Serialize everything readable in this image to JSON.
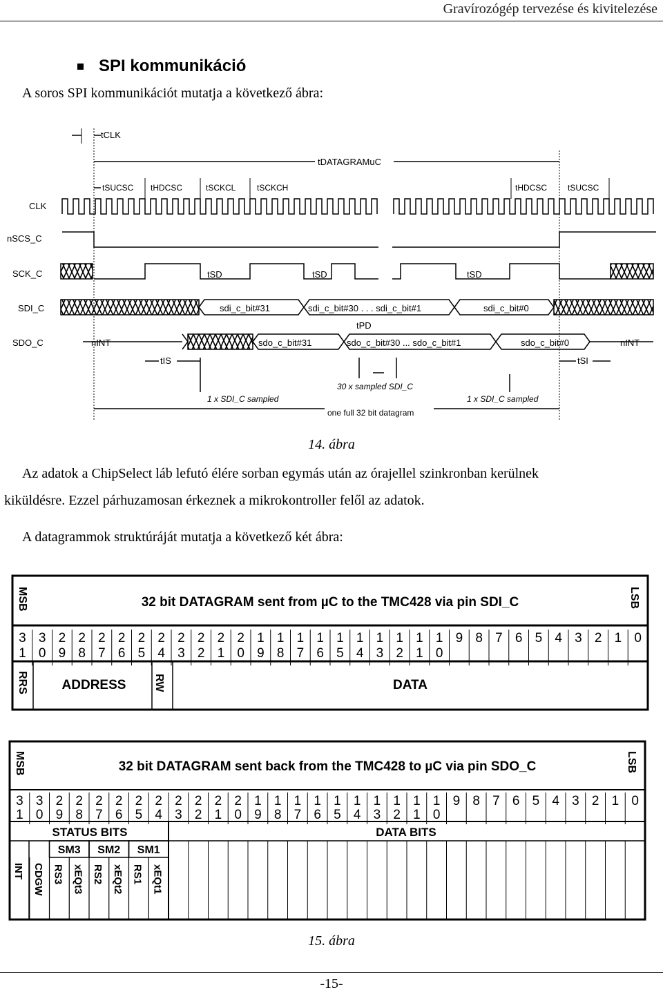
{
  "header": {
    "title": "Gravírozógép tervezése és kivitelezése"
  },
  "section": {
    "title": "SPI kommunikáció"
  },
  "intro": "A soros SPI kommunikációt mutatja a következő ábra:",
  "timing": {
    "signals": [
      "CLK",
      "nSCS_C",
      "SCK_C",
      "SDI_C",
      "SDO_C"
    ],
    "labels": {
      "tclk": "tCLK",
      "tdatagram": "tDATAGRAMuC",
      "tsucsc": "tSUCSC",
      "thdcsc": "tHDCSC",
      "tsckcl": "tSCKCL",
      "tsckch": "tSCKCH",
      "thdcsc2": "tHDCSC",
      "tsucsc2": "tSUCSC",
      "tsd1": "tSD",
      "tsd2": "tSD",
      "tsd3": "tSD",
      "tpd": "tPD",
      "tis": "tIS",
      "tsi": "tSI",
      "sdi31": "sdi_c_bit#31",
      "sdi30": "sdi_c_bit#30 . . . sdi_c_bit#1",
      "sdi0": "sdi_c_bit#0",
      "nint1": "nINT",
      "nint2": "nINT",
      "sdo31": "sdo_c_bit#31",
      "sdo30": "sdo_c_bit#30 ... sdo_c_bit#1",
      "sdo0": "sdo_c_bit#0",
      "sampled30": "30 x sampled SDI_C",
      "sampled1a": "1 x SDI_C sampled",
      "sampled1b": "1 x SDI_C sampled",
      "full": "one full 32 bit datagram"
    }
  },
  "caption14": "14. ábra",
  "para1_line1": "Az adatok a ChipSelect láb lefutó élére sorban egymás után az órajellel szinkronban kerülnek",
  "para1_line2": "kiküldésre. Ezzel párhuzamosan érkeznek a mikrokontroller felől az adatok.",
  "para2": "A datagrammok struktúráját mutatja a következő két ábra:",
  "datagram1": {
    "title": "32 bit DATAGRAM sent from µC to the TMC428 via pin SDI_C",
    "msb": "MSB",
    "lsb": "LSB",
    "bits_top": [
      "3",
      "3",
      "2",
      "2",
      "2",
      "2",
      "2",
      "2",
      "2",
      "2",
      "2",
      "2",
      "1",
      "1",
      "1",
      "1",
      "1",
      "1",
      "1",
      "1",
      "1",
      "1",
      "9",
      "8",
      "7",
      "6",
      "5",
      "4",
      "3",
      "2",
      "1",
      "0"
    ],
    "bits_bottom": [
      "1",
      "0",
      "9",
      "8",
      "7",
      "6",
      "5",
      "4",
      "3",
      "2",
      "1",
      "0",
      "9",
      "8",
      "7",
      "6",
      "5",
      "4",
      "3",
      "2",
      "1",
      "0",
      "",
      "",
      "",
      "",
      "",
      "",
      "",
      "",
      "",
      ""
    ],
    "rrs": "RRS",
    "address": "ADDRESS",
    "rw": "RW",
    "data": "DATA"
  },
  "datagram2": {
    "title": "32 bit DATAGRAM sent back from the TMC428 to µC via pin SDO_C",
    "msb": "MSB",
    "lsb": "LSB",
    "status_bits": "STATUS BITS",
    "data_bits": "DATA BITS",
    "sm": [
      "SM3",
      "SM2",
      "SM1"
    ],
    "status_names": [
      "INT",
      "CDGW",
      "RS3",
      "xEQt3",
      "RS2",
      "xEQt2",
      "RS1",
      "xEQt1"
    ]
  },
  "caption15": "15. ábra",
  "page_number": "-15-"
}
